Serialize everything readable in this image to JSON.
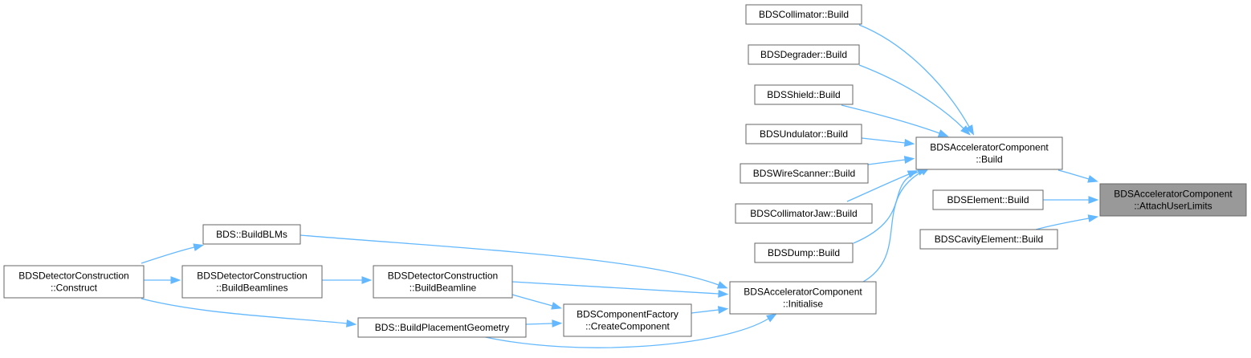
{
  "graph": {
    "nodes": [
      {
        "id": "attach",
        "lines": [
          "BDSAcceleratorComponent",
          "::AttachUserLimits"
        ],
        "highlight": true
      },
      {
        "id": "acc_build",
        "lines": [
          "BDSAcceleratorComponent",
          "::Build"
        ]
      },
      {
        "id": "element_build",
        "lines": [
          "BDSElement::Build"
        ]
      },
      {
        "id": "cavity_build",
        "lines": [
          "BDSCavityElement::Build"
        ]
      },
      {
        "id": "collimator_build",
        "lines": [
          "BDSCollimator::Build"
        ]
      },
      {
        "id": "degrader_build",
        "lines": [
          "BDSDegrader::Build"
        ]
      },
      {
        "id": "shield_build",
        "lines": [
          "BDSShield::Build"
        ]
      },
      {
        "id": "undulator_build",
        "lines": [
          "BDSUndulator::Build"
        ]
      },
      {
        "id": "wirescanner_build",
        "lines": [
          "BDSWireScanner::Build"
        ]
      },
      {
        "id": "collimatorjaw_build",
        "lines": [
          "BDSCollimatorJaw::Build"
        ]
      },
      {
        "id": "dump_build",
        "lines": [
          "BDSDump::Build"
        ]
      },
      {
        "id": "acc_init",
        "lines": [
          "BDSAcceleratorComponent",
          "::Initialise"
        ]
      },
      {
        "id": "buildblms",
        "lines": [
          "BDS::BuildBLMs"
        ]
      },
      {
        "id": "buildbeamline",
        "lines": [
          "BDSDetectorConstruction",
          "::BuildBeamline"
        ]
      },
      {
        "id": "createcomponent",
        "lines": [
          "BDSComponentFactory",
          "::CreateComponent"
        ]
      },
      {
        "id": "buildplacement",
        "lines": [
          "BDS::BuildPlacementGeometry"
        ]
      },
      {
        "id": "buildbeamlines",
        "lines": [
          "BDSDetectorConstruction",
          "::BuildBeamlines"
        ]
      },
      {
        "id": "construct",
        "lines": [
          "BDSDetectorConstruction",
          "::Construct"
        ]
      }
    ],
    "edges": [
      {
        "from": "acc_build",
        "to": "attach"
      },
      {
        "from": "element_build",
        "to": "attach"
      },
      {
        "from": "cavity_build",
        "to": "attach"
      },
      {
        "from": "collimator_build",
        "to": "acc_build"
      },
      {
        "from": "degrader_build",
        "to": "acc_build"
      },
      {
        "from": "shield_build",
        "to": "acc_build"
      },
      {
        "from": "undulator_build",
        "to": "acc_build"
      },
      {
        "from": "wirescanner_build",
        "to": "acc_build"
      },
      {
        "from": "collimatorjaw_build",
        "to": "acc_build"
      },
      {
        "from": "dump_build",
        "to": "acc_build"
      },
      {
        "from": "acc_init",
        "to": "acc_build"
      },
      {
        "from": "buildblms",
        "to": "acc_init"
      },
      {
        "from": "buildbeamline",
        "to": "acc_init"
      },
      {
        "from": "createcomponent",
        "to": "acc_init"
      },
      {
        "from": "buildplacement",
        "to": "acc_init"
      },
      {
        "from": "buildbeamline",
        "to": "createcomponent"
      },
      {
        "from": "buildplacement",
        "to": "createcomponent"
      },
      {
        "from": "buildbeamlines",
        "to": "buildbeamline"
      },
      {
        "from": "construct",
        "to": "buildblms"
      },
      {
        "from": "construct",
        "to": "buildbeamlines"
      },
      {
        "from": "construct",
        "to": "buildplacement"
      }
    ]
  }
}
